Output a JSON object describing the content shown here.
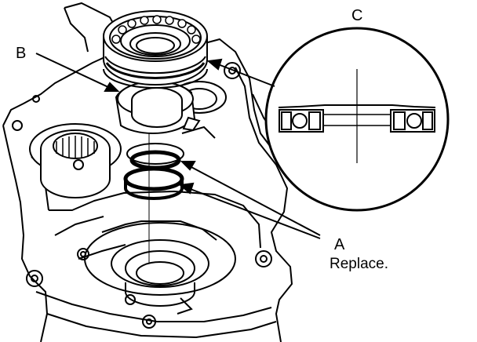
{
  "labels": {
    "b": "B",
    "c": "C",
    "a": "A",
    "replace": "Replace."
  },
  "colors": {
    "ink": "#000000",
    "paper": "#ffffff"
  }
}
